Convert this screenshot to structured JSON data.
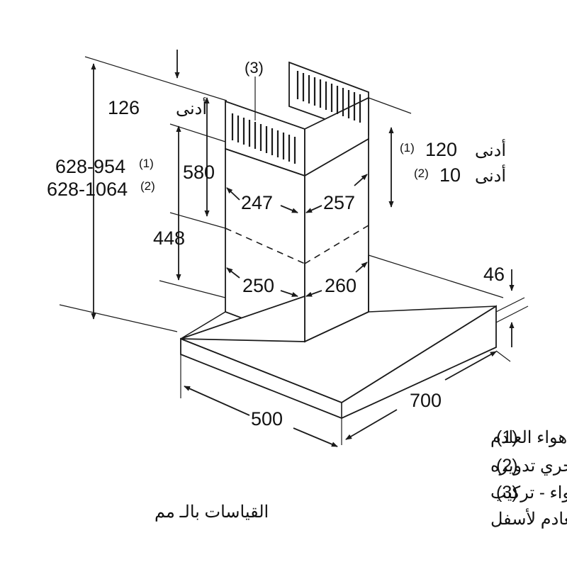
{
  "dimensions": {
    "d3_label": "(3)",
    "min126_value": "126",
    "min126_word": "أدنى",
    "h954": "628-954",
    "h954_ref": "(1)",
    "h1064": "628-1064",
    "h1064_ref": "(2)",
    "d580": "580",
    "d448": "448",
    "d247": "247",
    "d257": "257",
    "d250": "250",
    "d260": "260",
    "min120_word": "أدنى",
    "min120_value": "120",
    "min120_ref": "(1)",
    "min10_word": "أدنى",
    "min10_value": "10",
    "min10_ref": "(2)",
    "d46": "46",
    "d500": "500",
    "d700": "700"
  },
  "legend": [
    {
      "num": "(1)",
      "text": "هواء العادم"
    },
    {
      "num": "(2)",
      "text": "الهواء الذي يجري تدويره"
    },
    {
      "num": "(3)",
      "text": "مخرج تصريف الهواء - تركيب"
    },
    {
      "num": "",
      "text": "الفتحات بالنسبة لهواء العادم لأسفل"
    }
  ],
  "units_note": "القياسات بالـ مم"
}
